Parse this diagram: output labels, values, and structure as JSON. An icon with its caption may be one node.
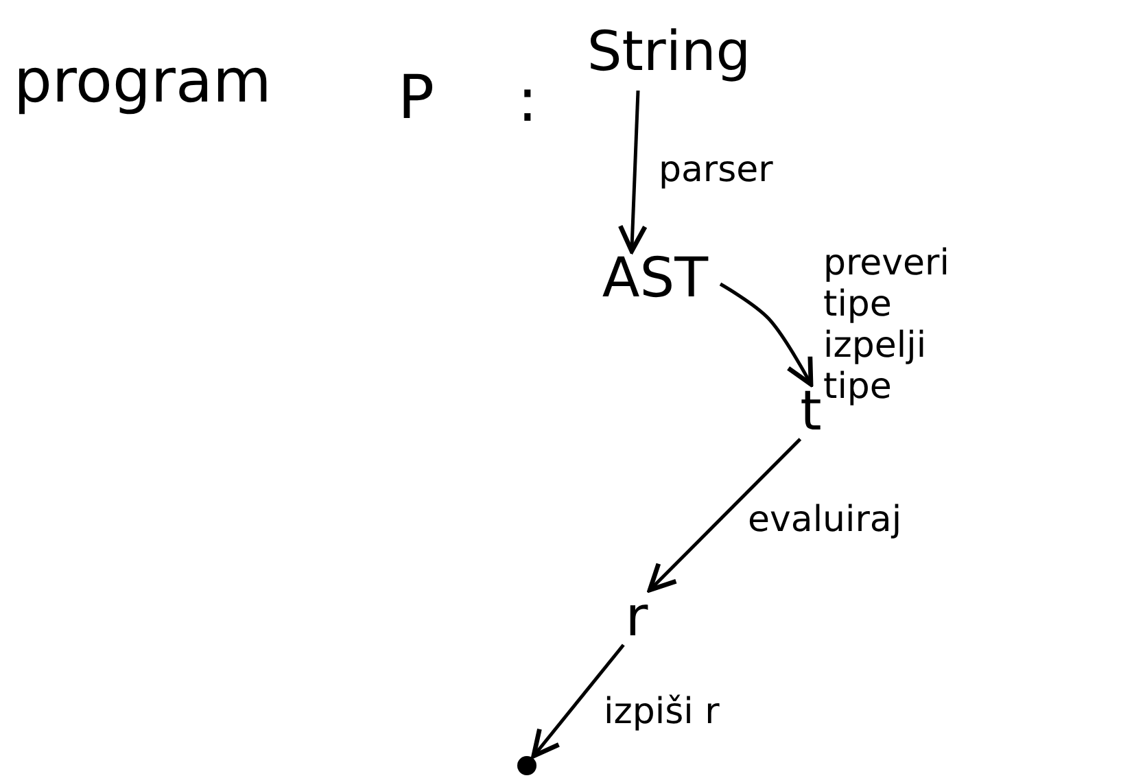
{
  "diagram": {
    "nodes": [
      {
        "text": [
          "String"
        ]
      },
      {
        "text": [
          "AST"
        ]
      },
      {
        "text": [
          "t"
        ]
      },
      {
        "text": [
          "r"
        ]
      },
      {
        "text": [],
        "shape": "circle"
      }
    ],
    "edges": [
      {
        "from": 0,
        "to": 1,
        "arrow": "to",
        "label": "parser"
      },
      {
        "from": 1,
        "to": 2,
        "arrow": "to",
        "label": "preveri tipe izpelji tipe"
      },
      {
        "from": 2,
        "to": 3,
        "arrow": "to",
        "label": "evaluiraj"
      },
      {
        "from": 3,
        "to": 4,
        "arrow": "to",
        "label": "izpiši r"
      }
    ],
    "labels": [
      "program",
      "P",
      ":"
    ]
  }
}
